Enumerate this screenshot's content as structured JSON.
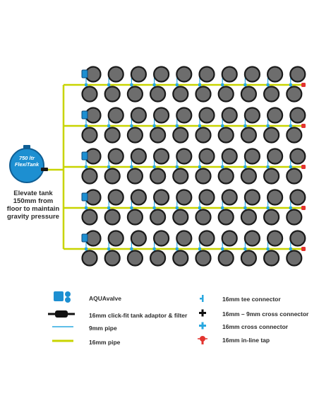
{
  "tank": {
    "line1": "750 ltr",
    "line2": "FlexiTank"
  },
  "note": [
    "Elevate tank",
    "150mm from",
    "floor to maintain",
    "gravity pressure"
  ],
  "layout": {
    "rows": 5,
    "columns": 10
  },
  "legend": {
    "left": [
      {
        "icon": "aquavalve-icon",
        "label": "AQUAvalve"
      },
      {
        "icon": "tank-adaptor-filter-icon",
        "label": "16mm click-fit tank adaptor & filter"
      },
      {
        "icon": "9mm-pipe-icon",
        "label": "9mm pipe"
      },
      {
        "icon": "16mm-pipe-icon",
        "label": "16mm pipe"
      }
    ],
    "right": [
      {
        "icon": "16mm-tee-connector-icon",
        "label": "16mm tee connector"
      },
      {
        "icon": "16mm-9mm-cross-connector-icon",
        "label": "16mm – 9mm cross connector"
      },
      {
        "icon": "16mm-cross-connector-icon",
        "label": "16mm cross connector"
      },
      {
        "icon": "16mm-in-line-tap-icon",
        "label": "16mm in-line tap"
      }
    ]
  },
  "colors": {
    "pipe16": "#c8d400",
    "pipe9": "#29a8e0",
    "pot": "#6d6d6d",
    "pot_rim": "#1a1a1a",
    "tank": "#1d8fd1",
    "tap": "#e3342f",
    "text": "#2b2b2b"
  }
}
